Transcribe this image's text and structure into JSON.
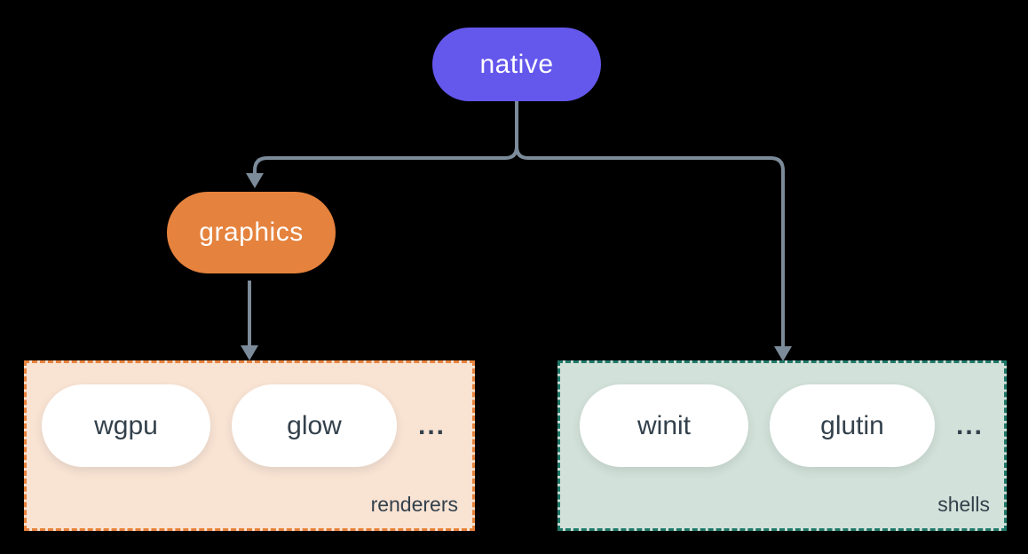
{
  "canvas": {
    "background": "#000000"
  },
  "colors": {
    "connector": "#7c8b99",
    "native_fill": "#6457ec",
    "graphics_fill": "#e5823d",
    "renderers_fill": "#f9e3d3",
    "renderers_border": "#e8823c",
    "shells_fill": "#d2e1d9",
    "shells_border": "#20796a",
    "pill_fill": "#ffffff",
    "dark_text": "#33414c",
    "node_text": "#ffffff"
  },
  "nodes": {
    "native": {
      "label": "native"
    },
    "graphics": {
      "label": "graphics"
    }
  },
  "groups": {
    "renderers": {
      "label": "renderers",
      "items": [
        "wgpu",
        "glow"
      ],
      "ellipsis": "..."
    },
    "shells": {
      "label": "shells",
      "items": [
        "winit",
        "glutin"
      ],
      "ellipsis": "..."
    }
  }
}
